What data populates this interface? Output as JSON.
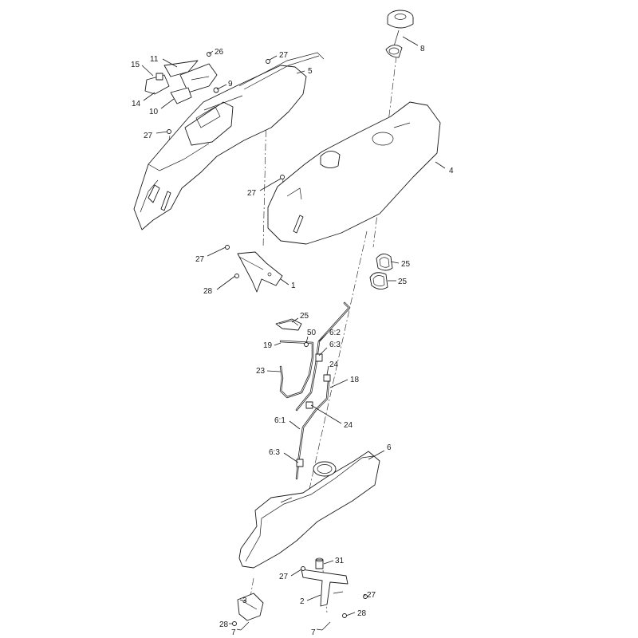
{
  "callouts": [
    {
      "id": "c11",
      "text": "11"
    },
    {
      "id": "c26",
      "text": "26"
    },
    {
      "id": "c27a",
      "text": "27"
    },
    {
      "id": "c15",
      "text": "15"
    },
    {
      "id": "c9",
      "text": "9"
    },
    {
      "id": "c5",
      "text": "5"
    },
    {
      "id": "c8",
      "text": "8"
    },
    {
      "id": "c14",
      "text": "14"
    },
    {
      "id": "c10",
      "text": "10"
    },
    {
      "id": "c27b",
      "text": "27"
    },
    {
      "id": "c4",
      "text": "4"
    },
    {
      "id": "c27c",
      "text": "27"
    },
    {
      "id": "c27d",
      "text": "27"
    },
    {
      "id": "c25a",
      "text": "25"
    },
    {
      "id": "c25b",
      "text": "25"
    },
    {
      "id": "c28a",
      "text": "28"
    },
    {
      "id": "c1",
      "text": "1"
    },
    {
      "id": "c25c",
      "text": "25"
    },
    {
      "id": "c50",
      "text": "50"
    },
    {
      "id": "c62",
      "text": "6:2"
    },
    {
      "id": "c19",
      "text": "19"
    },
    {
      "id": "c63a",
      "text": "6:3"
    },
    {
      "id": "c24a",
      "text": "24"
    },
    {
      "id": "c23",
      "text": "23"
    },
    {
      "id": "c18",
      "text": "18"
    },
    {
      "id": "c24b",
      "text": "24"
    },
    {
      "id": "c61",
      "text": "6:1"
    },
    {
      "id": "c6",
      "text": "6"
    },
    {
      "id": "c63b",
      "text": "6:3"
    },
    {
      "id": "c31",
      "text": "31"
    },
    {
      "id": "c27e",
      "text": "27"
    },
    {
      "id": "c2",
      "text": "2"
    },
    {
      "id": "c27f",
      "text": "27"
    },
    {
      "id": "c3",
      "text": "3"
    },
    {
      "id": "c28b",
      "text": "28"
    },
    {
      "id": "c28c",
      "text": "28"
    },
    {
      "id": "c7a",
      "text": "7"
    },
    {
      "id": "c7b",
      "text": "7"
    }
  ]
}
